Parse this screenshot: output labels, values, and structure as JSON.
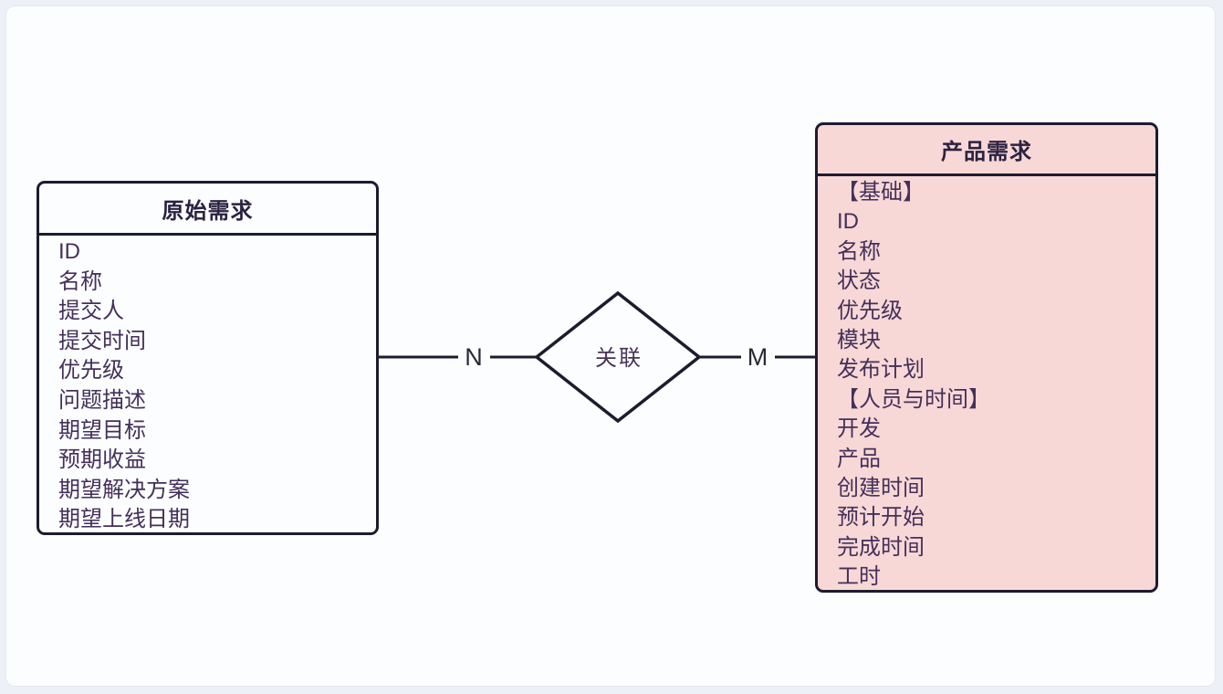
{
  "diagram": {
    "type": "er-diagram",
    "entities": [
      {
        "name": "原始需求",
        "fill": "#fcfdff",
        "fields": [
          "ID",
          "名称",
          "提交人",
          "提交时间",
          "优先级",
          "问题描述",
          "期望目标",
          "预期收益",
          "期望解决方案",
          "期望上线日期"
        ]
      },
      {
        "name": "产品需求",
        "fill": "#f7d8d6",
        "fields": [
          "【基础】",
          "ID",
          "名称",
          "状态",
          "优先级",
          "模块",
          "发布计划",
          "【人员与时间】",
          "开发",
          "产品",
          "创建时间",
          "预计开始",
          "完成时间",
          "工时"
        ]
      }
    ],
    "relationship": {
      "label": "关联",
      "left_cardinality": "N",
      "right_cardinality": "M"
    },
    "colors": {
      "stroke": "#1e1b30",
      "field_text": "#44305a",
      "title_text": "#2b2240",
      "entity_right_fill": "#f7d8d6",
      "canvas": "#fcfdff",
      "outer_background": "#eef0f8"
    }
  }
}
